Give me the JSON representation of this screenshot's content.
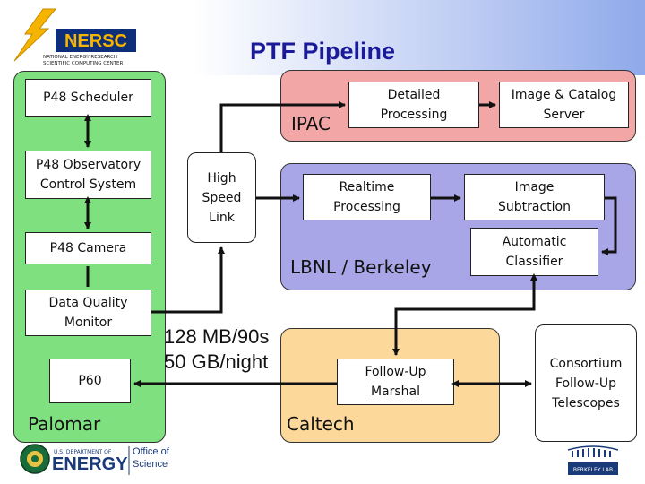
{
  "header": {
    "title": "PTF Pipeline",
    "nersc_logo_text": "NERSC",
    "nersc_subtitle": "NATIONAL ENERGY RESEARCH\nSCIENTIFIC COMPUTING CENTER"
  },
  "regions": {
    "palomar": "Palomar",
    "ipac": "IPAC",
    "lbnl": "LBNL / Berkeley",
    "caltech": "Caltech"
  },
  "nodes": {
    "p48_scheduler": "P48 Scheduler",
    "p48_ocs": "P48 Observatory\nControl System",
    "p48_camera": "P48 Camera",
    "data_quality_monitor": "Data Quality\nMonitor",
    "p60": "P60",
    "high_speed_link": "High\nSpeed\nLink",
    "detailed_processing": "Detailed\nProcessing",
    "image_catalog_server": "Image & Catalog\nServer",
    "realtime_processing": "Realtime\nProcessing",
    "image_subtraction": "Image\nSubtraction",
    "automatic_classifier": "Automatic\nClassifier",
    "follow_up_marshal": "Follow-Up\nMarshal",
    "consortium_telescopes": "Consortium\nFollow-Up\nTelescopes"
  },
  "annotations": {
    "throughput": "128 MB/90s\n50 GB/night"
  },
  "footer": {
    "doe_line1": "U.S. DEPARTMENT OF",
    "doe_line2": "ENERGY",
    "doe_office": "Office of\nScience",
    "lab_name": "BERKELEY LAB"
  },
  "colors": {
    "palomar": "#7fe07f",
    "ipac": "#f2a6a6",
    "lbnl": "#a9a6e8",
    "caltech": "#fcd99a",
    "title": "#1a1a9a"
  }
}
